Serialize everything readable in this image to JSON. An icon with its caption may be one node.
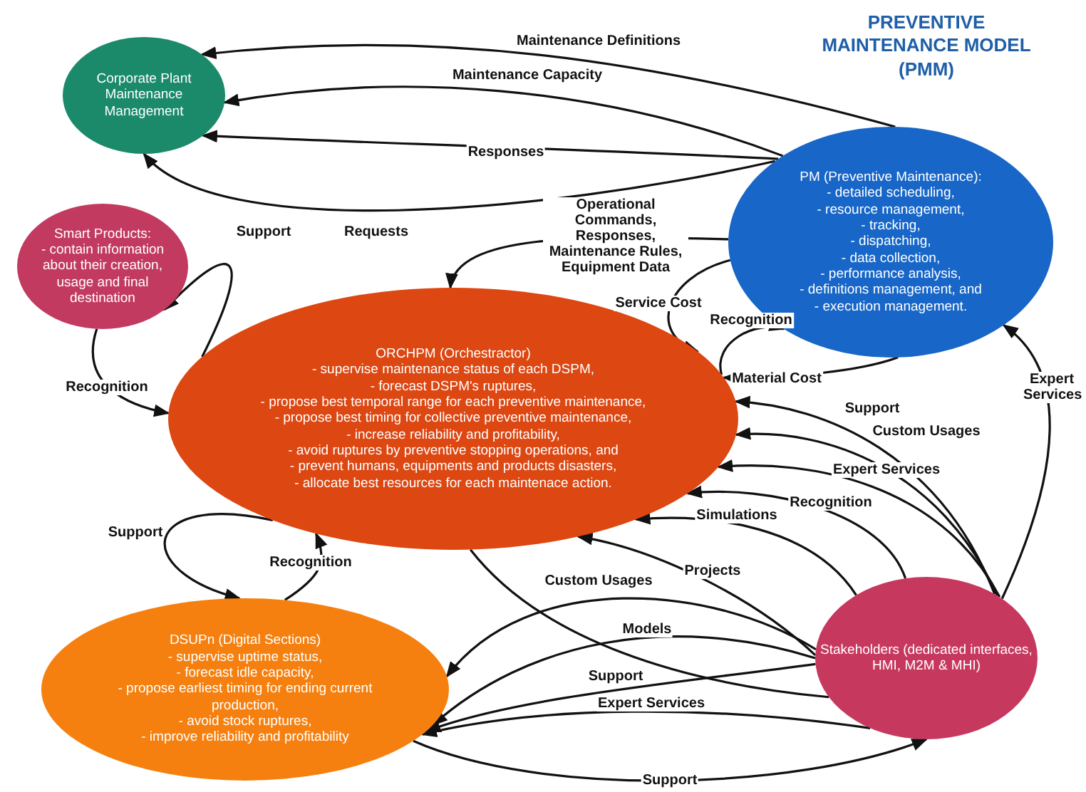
{
  "diagram": {
    "title": "PREVENTIVE MAINTENANCE MODEL (PMM)",
    "nodes": [
      {
        "text": [
          "Corporate Plant Maintenance Management"
        ]
      },
      {
        "text": [
          "PM (Preventive Maintenance):",
          "- detailed scheduling,",
          "- resource management,",
          "- tracking,",
          "- dispatching,",
          "- data collection,",
          "- performance analysis,",
          "- definitions management, and",
          "- execution management."
        ]
      },
      {
        "text": [
          "Smart Products:",
          "- contain information about their creation, usage and final destination"
        ]
      },
      {
        "text": [
          "ORCHPM (Orchestractor)",
          "- supervise maintenance status of each DSPM,",
          "- forecast DSPM's ruptures,",
          "- propose best temporal range for each preventive maintenance,",
          "- propose best timing for collective preventive maintenance,",
          "- increase reliability and profitability,",
          "- avoid ruptures by preventive stopping operations, and",
          "- prevent humans, equipments and products disasters,",
          "- allocate best resources for each maintenace action."
        ]
      },
      {
        "text": [
          "DSUPn (Digital Sections)",
          "- supervise uptime status,",
          "- forecast idle capacity,",
          "- propose earliest timing for ending current production,",
          "- avoid stock ruptures,",
          "- improve reliability and profitability"
        ]
      },
      {
        "text": [
          "Stakeholders (dedicated interfaces, HMI, M2M & MHI)"
        ]
      }
    ],
    "edges": [
      {
        "from": 1,
        "to": 0,
        "arrow": "to",
        "label": "Maintenance Definitions"
      },
      {
        "from": 1,
        "to": 0,
        "arrow": "to",
        "label": "Maintenance Capacity"
      },
      {
        "from": 1,
        "to": 0,
        "arrow": "to",
        "label": "Responses"
      },
      {
        "from": 1,
        "to": 0,
        "arrow": "to",
        "label": "Requests"
      },
      {
        "from": 1,
        "to": 3,
        "arrow": "to",
        "label": "Operational Commands, Responses, Maintenance Rules, Equipment Data"
      },
      {
        "from": 1,
        "to": 3,
        "arrow": "to",
        "label": "Service Cost"
      },
      {
        "from": 3,
        "to": 1,
        "arrow": "to",
        "label": "Recognition"
      },
      {
        "from": 1,
        "to": 3,
        "arrow": "to",
        "label": "Material Cost"
      },
      {
        "from": 5,
        "to": 3,
        "arrow": "to",
        "label": "Support"
      },
      {
        "from": 5,
        "to": 3,
        "arrow": "to",
        "label": "Custom Usages"
      },
      {
        "from": 5,
        "to": 3,
        "arrow": "to",
        "label": "Expert Services"
      },
      {
        "from": 5,
        "to": 3,
        "arrow": "to",
        "label": "Recognition"
      },
      {
        "from": 5,
        "to": 3,
        "arrow": "to",
        "label": "Simulations"
      },
      {
        "from": 5,
        "to": 3,
        "arrow": "to",
        "label": "Projects"
      },
      {
        "from": 5,
        "to": 1,
        "arrow": "to",
        "label": "Expert Services"
      },
      {
        "from": 3,
        "to": 5,
        "arrow": "none"
      },
      {
        "from": 5,
        "to": 4,
        "arrow": "to",
        "label": "Custom Usages"
      },
      {
        "from": 5,
        "to": 4,
        "arrow": "to",
        "label": "Models"
      },
      {
        "from": 5,
        "to": 4,
        "arrow": "to",
        "label": "Support"
      },
      {
        "from": 5,
        "to": 4,
        "arrow": "to",
        "label": "Expert Services"
      },
      {
        "from": 4,
        "to": 5,
        "arrow": "to",
        "label": "Support"
      },
      {
        "from": 3,
        "to": 4,
        "arrow": "to",
        "label": "Support"
      },
      {
        "from": 4,
        "to": 3,
        "arrow": "to",
        "label": "Recognition"
      },
      {
        "from": 3,
        "to": 2,
        "arrow": "to",
        "label": "Support"
      },
      {
        "from": 2,
        "to": 3,
        "arrow": "to",
        "label": "Recognition"
      }
    ]
  }
}
